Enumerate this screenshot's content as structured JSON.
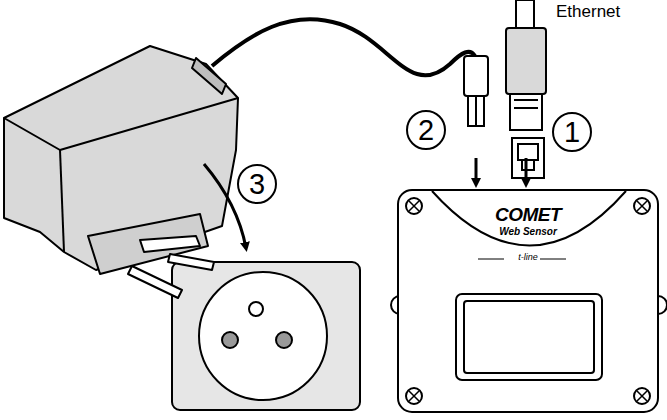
{
  "diagram": {
    "nodes": [
      {
        "text": [
          "2"
        ]
      },
      {
        "text": [
          "1"
        ]
      },
      {
        "text": [
          "3"
        ]
      },
      {
        "text": [
          "COMET",
          "Web Sensor",
          "t-line"
        ]
      }
    ],
    "labels": [
      "Ethernet"
    ]
  }
}
